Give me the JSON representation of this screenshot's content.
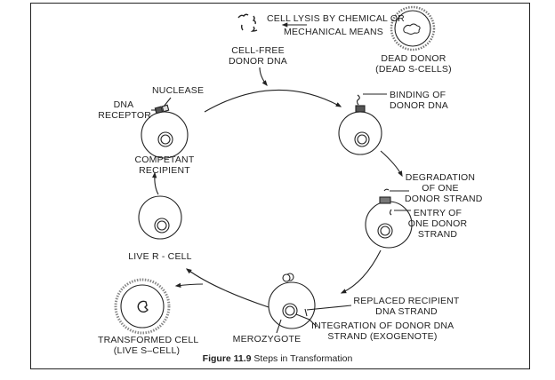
{
  "figure": {
    "caption_number": "Figure 11.9",
    "caption_text": " Steps in Transformation"
  },
  "labels": {
    "lysis": [
      "CELL LYSIS BY CHEMICAL OR",
      "MECHANICAL MEANS"
    ],
    "dead_donor": [
      "DEAD DONOR",
      "(DEAD S-CELLS)"
    ],
    "cell_free_dna": [
      "CELL-FREE",
      "DONOR DNA"
    ],
    "nuclease": "NUCLEASE",
    "dna_receptor": [
      "DNA",
      "RECEPTOR"
    ],
    "competent_recipient": [
      "COMPETANT",
      "RECIPIENT"
    ],
    "binding": [
      "BINDING OF",
      "DONOR DNA"
    ],
    "degradation": [
      "DEGRADATION",
      "OF ONE",
      "DONOR STRAND"
    ],
    "entry": [
      "ENTRY OF",
      "ONE DONOR",
      "STRAND"
    ],
    "replaced": [
      "REPLACED RECIPIENT",
      "DNA STRAND"
    ],
    "integration": [
      "INTEGRATION OF DONOR DNA",
      "STRAND (EXOGENOTE)"
    ],
    "merozygote": "MEROZYGOTE",
    "transformed": [
      "TRANSFORMED CELL",
      "(LIVE S–CELL)"
    ],
    "live_r_cell": "LIVE R - CELL"
  },
  "steps": [
    "Dead donor (dead S-cells)",
    "Cell-free donor DNA",
    "Binding of donor DNA",
    "Degradation of one donor strand / Entry of one donor strand",
    "Merozygote",
    "Transformed cell (live S-cell)",
    "Live R-cell",
    "Competent recipient"
  ]
}
